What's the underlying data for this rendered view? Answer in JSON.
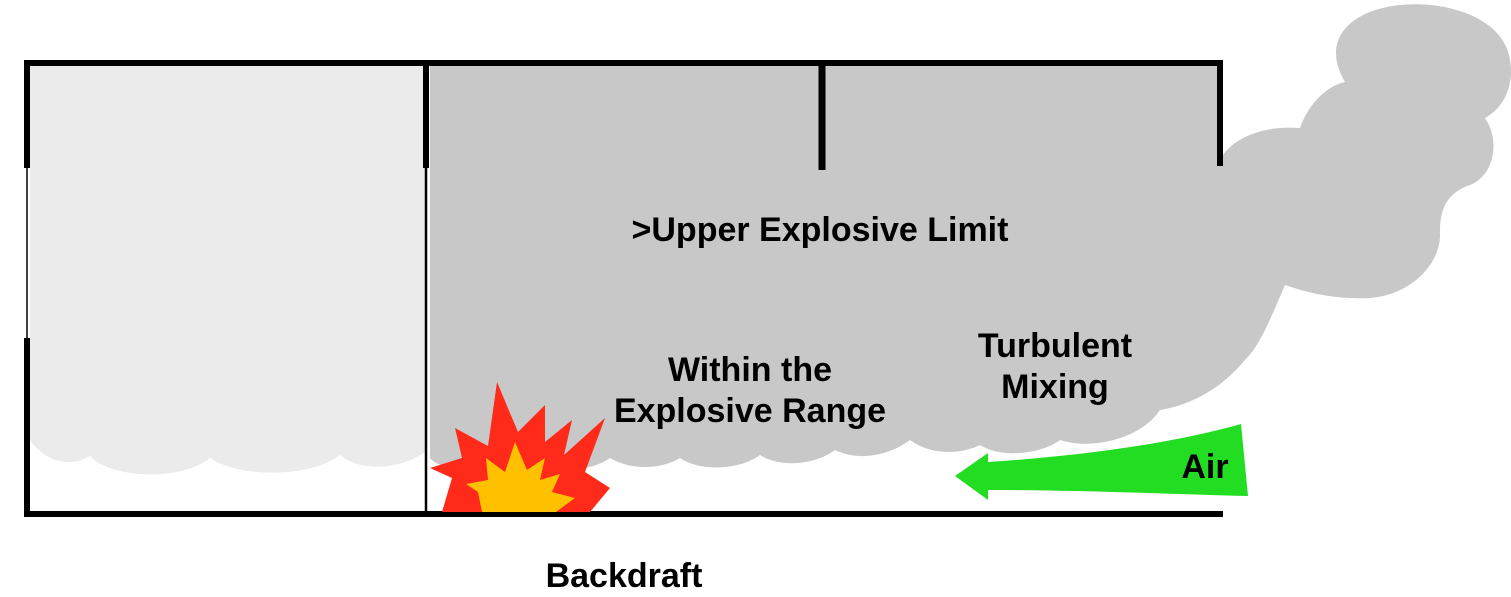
{
  "labels": {
    "upper_explosive_limit": ">Upper Explosive Limit",
    "within_line1": "Within the",
    "within_line2": "Explosive Range",
    "turbulent_line1": "Turbulent",
    "turbulent_line2": "Mixing",
    "air": "Air",
    "caption": "Backdraft"
  },
  "colors": {
    "light_smoke": "#ebebeb",
    "dark_smoke": "#c8c8c8",
    "walls": "#000000",
    "air_arrow": "#22dd22",
    "flame_outer": "#ff2a1a",
    "flame_inner": "#ffc000"
  }
}
